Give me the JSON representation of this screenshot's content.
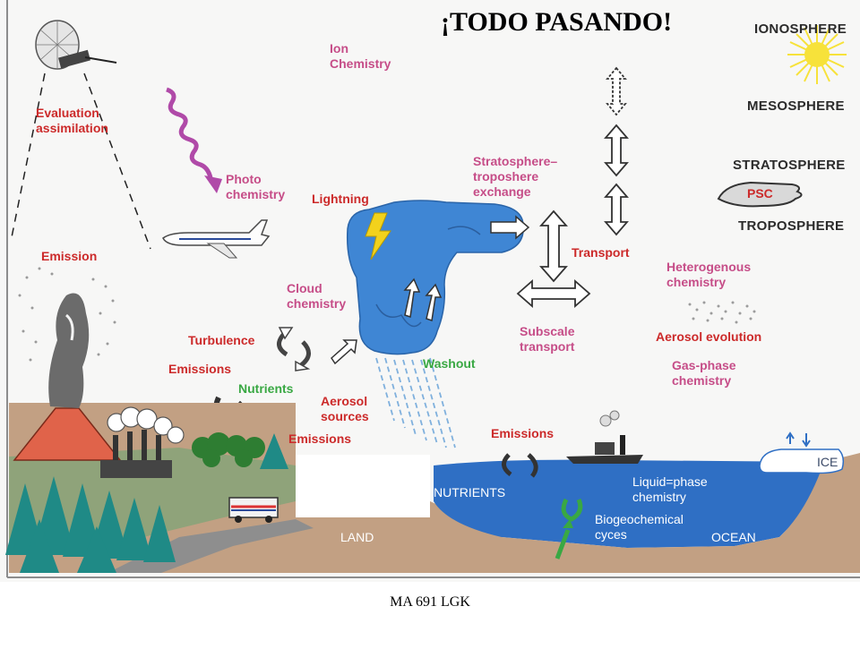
{
  "title": "¡TODO PASANDO!",
  "footer": "MA 691 LGK",
  "layers": {
    "ionosphere": "IONOSPHERE",
    "mesosphere": "MESOSPHERE",
    "stratosphere": "STRATOSPHERE",
    "troposphere": "TROPOSPHERE",
    "psc": "PSC"
  },
  "labels": {
    "ion_chemistry": "Ion\nChemistry",
    "evaluation_assimilation": "Evaluation\nassimilation",
    "photo_chemistry": "Photo\nchemistry",
    "lightning": "Lightning",
    "strat_trop_exchange": "Stratosphere–\ntroposhere\nexchange",
    "transport": "Transport",
    "heterogenous_chemistry": "Heterogenous\nchemistry",
    "emission_volcano": "Emission",
    "cloud_chemistry": "Cloud\nchemistry",
    "subscale_transport": "Subscale\ntransport",
    "aerosol_evolution": "Aerosol evolution",
    "turbulence": "Turbulence",
    "emissions_left": "Emissions",
    "washout": "Washout",
    "gas_phase_chemistry": "Gas-phase\nchemistry",
    "nutrients_green": "Nutrients",
    "aerosol_sources": "Aerosol\nsources",
    "emissions_land": "Emissions",
    "emissions_ocean": "Emissions",
    "nutrients_land": "NUTRIENTS",
    "liquid_phase_chemistry": "Liquid=phase\nchemistry",
    "ice": "ICE",
    "biogeochemical_cycles": "Biogeochemical\ncyces",
    "land": "LAND",
    "ocean": "OCEAN"
  },
  "colors": {
    "label_pink": "#c64d88",
    "label_red": "#cc2a2a",
    "label_green": "#39a843",
    "cloud_blue": "#3f86d4",
    "ocean_blue": "#2f6fc4",
    "land_tan": "#c2a083",
    "sun_yellow": "#f7e23a",
    "volcano_red": "#e0634a",
    "tree_teal": "#1f8a86",
    "photo_arrow": "#b04aa8",
    "lightning_yellow": "#f2d21c"
  }
}
